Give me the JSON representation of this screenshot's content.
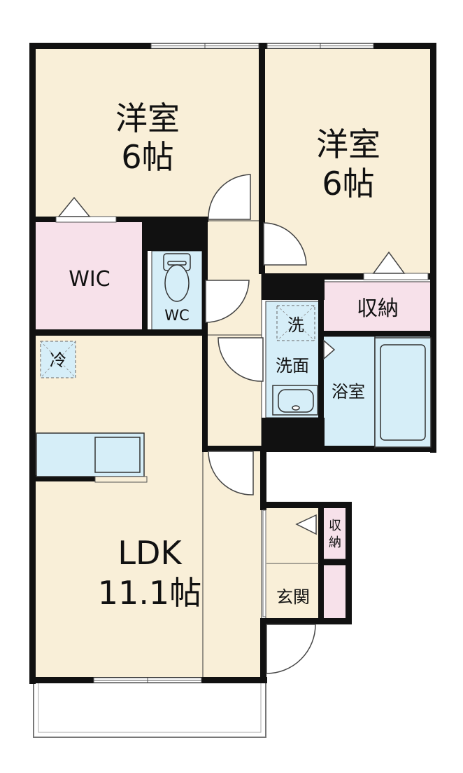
{
  "colors": {
    "wall": "#111111",
    "room_beige": "#f9efd8",
    "wic_pink": "#f7e1ea",
    "wet_blue": "#d6eef8",
    "balcony": "#ffffff",
    "line": "#333333"
  },
  "rooms": {
    "bedroom_left": {
      "name": "洋室",
      "size": "6帖"
    },
    "bedroom_right": {
      "name": "洋室",
      "size": "6帖"
    },
    "wic": {
      "name": "WIC"
    },
    "wc": {
      "name": "WC"
    },
    "storage_main": {
      "name": "収納"
    },
    "washroom": {
      "name": "洗面"
    },
    "bathroom": {
      "name": "浴室"
    },
    "ldk": {
      "name": "LDK",
      "size": "11.1帖"
    },
    "storage_small": {
      "line1": "収",
      "line2": "納"
    },
    "entrance": {
      "name": "玄関"
    }
  },
  "fixtures": {
    "fridge_mark": "冷",
    "washer_mark": "洗"
  }
}
